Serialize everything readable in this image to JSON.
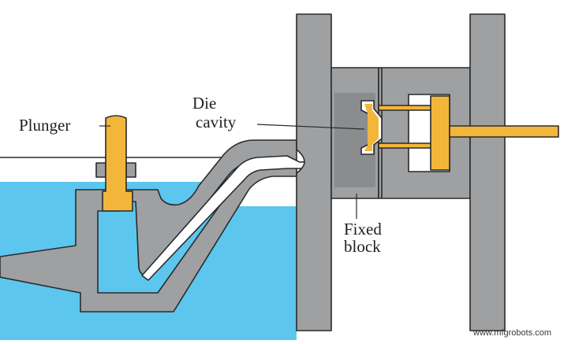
{
  "diagram": {
    "labels": {
      "plunger": "Plunger",
      "die_cavity_line1": "Die",
      "die_cavity_line2": "cavity",
      "fixed_block_line1": "Fixed",
      "fixed_block_line2": "block"
    },
    "watermark": "www.mfgrobots.com"
  },
  "colors": {
    "molten_metal": "#5cc6ee",
    "machine_body": "#9ea0a2",
    "machine_body_dark": "#8a8c8e",
    "plunger": "#f2b63a",
    "outline": "#2a2a2a",
    "background": "#ffffff"
  }
}
